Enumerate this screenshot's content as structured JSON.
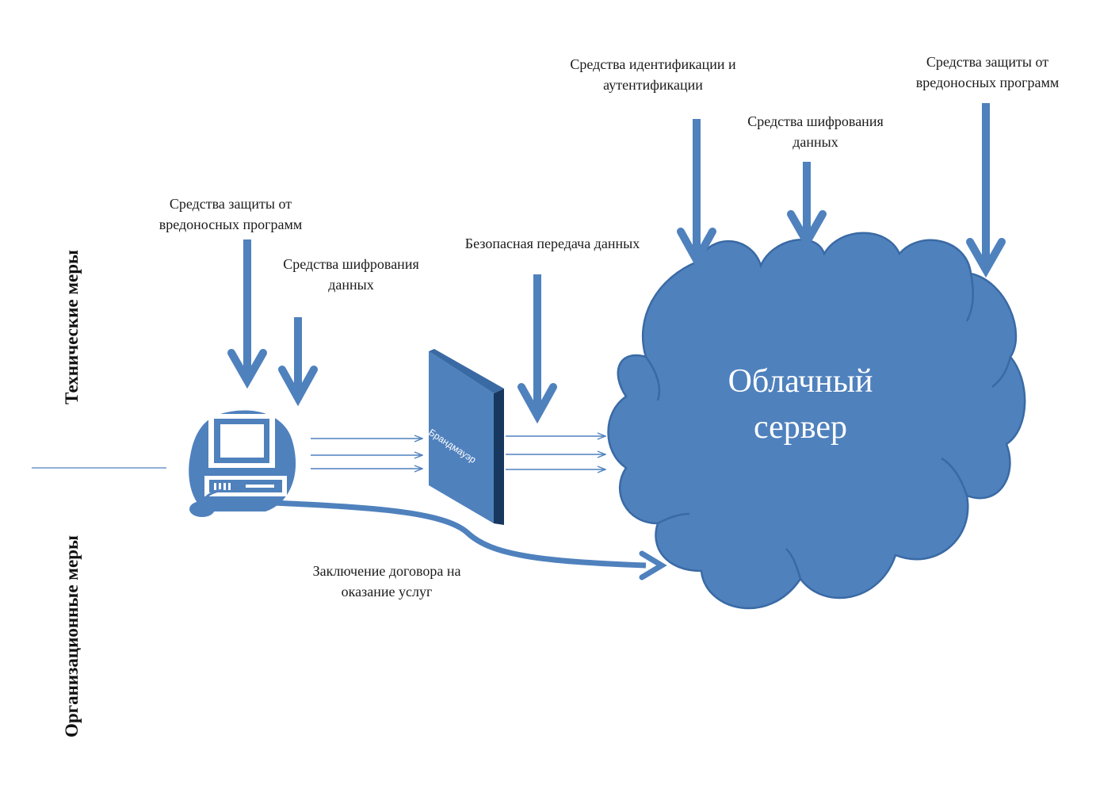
{
  "side_labels": {
    "technical": "Технические меры",
    "organizational": "Организационные меры"
  },
  "labels": {
    "client_antimalware": [
      "Средства защиты от",
      "вредоносных программ"
    ],
    "client_encryption": [
      "Средства шифрования",
      "данных"
    ],
    "secure_transfer": "Безопасная передача данных",
    "identification": [
      "Средства идентификации и",
      "аутентификации"
    ],
    "server_encryption": [
      "Средства шифрования",
      "данных"
    ],
    "server_antimalware": [
      "Средства защиты от",
      "вредоносных программ"
    ],
    "contract": [
      "Заключение договора на",
      "оказание услуг"
    ]
  },
  "firewall_label": "Брандмауэр",
  "cloud_label": [
    "Облачный",
    "сервер"
  ],
  "icons": {
    "computer": "computer-icon",
    "firewall": "firewall-icon",
    "cloud": "cloud-icon"
  },
  "colors": {
    "accent": "#4f81bd",
    "accent_dark": "#3a6aa4",
    "firewall_edge": "#17375e",
    "text": "#1b1b1b"
  }
}
